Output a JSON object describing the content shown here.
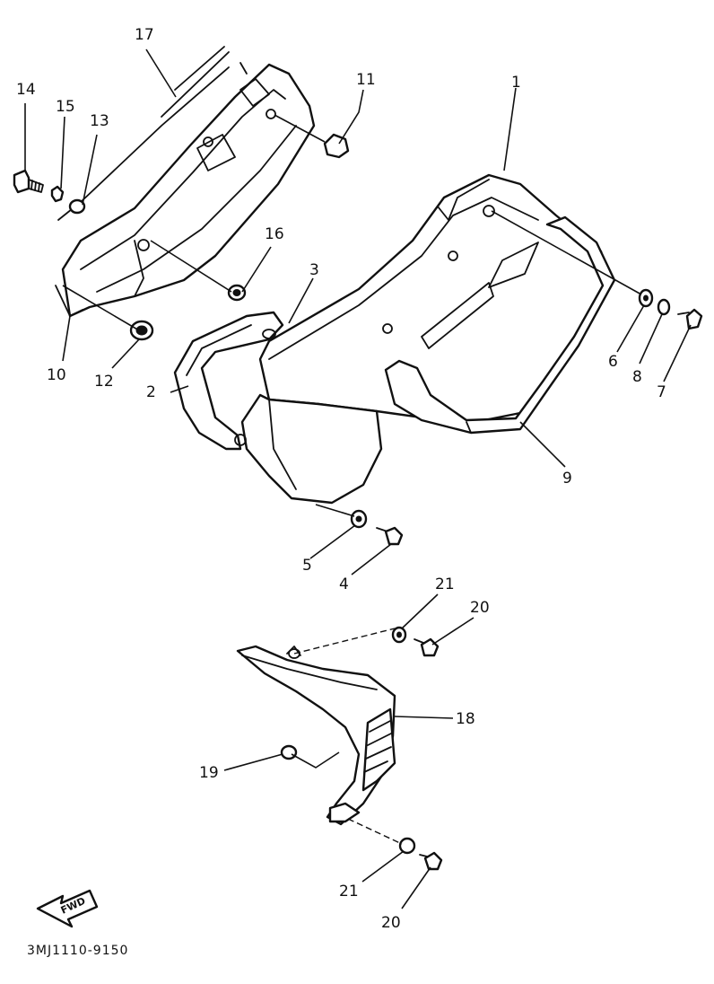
{
  "diagram_code": "3MJ1110-9150",
  "fwd_label": "FWD",
  "callouts": {
    "c1": "1",
    "c2": "2",
    "c3": "3",
    "c4": "4",
    "c5": "5",
    "c6": "6",
    "c7": "7",
    "c8": "8",
    "c9": "9",
    "c10": "10",
    "c11": "11",
    "c12": "12",
    "c13": "13",
    "c14": "14",
    "c15": "15",
    "c16": "16",
    "c17": "17",
    "c18": "18",
    "c19": "19",
    "c20a": "20",
    "c20b": "20",
    "c21a": "21",
    "c21b": "21"
  }
}
